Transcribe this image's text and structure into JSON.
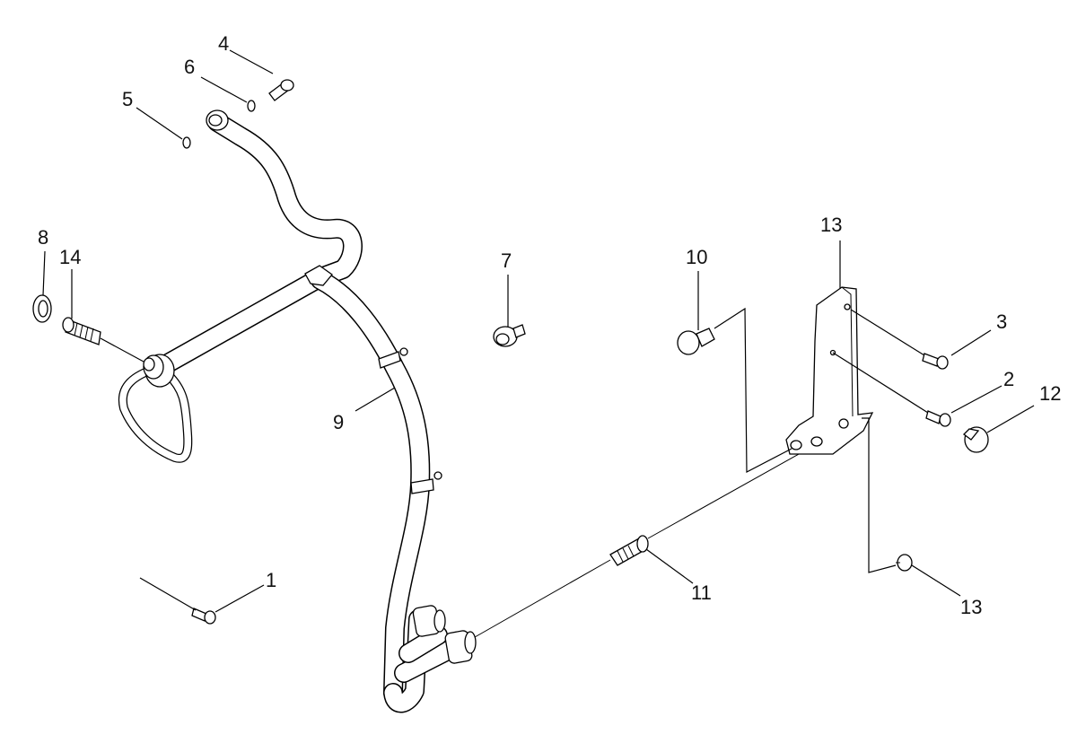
{
  "callouts": {
    "c1": "1",
    "c2": "2",
    "c3": "3",
    "c4": "4",
    "c5": "5",
    "c6": "6",
    "c7": "7",
    "c8": "8",
    "c9": "9",
    "c10": "10",
    "c11": "11",
    "c12": "12",
    "c13a": "13",
    "c13b": "13",
    "c14": "14"
  }
}
